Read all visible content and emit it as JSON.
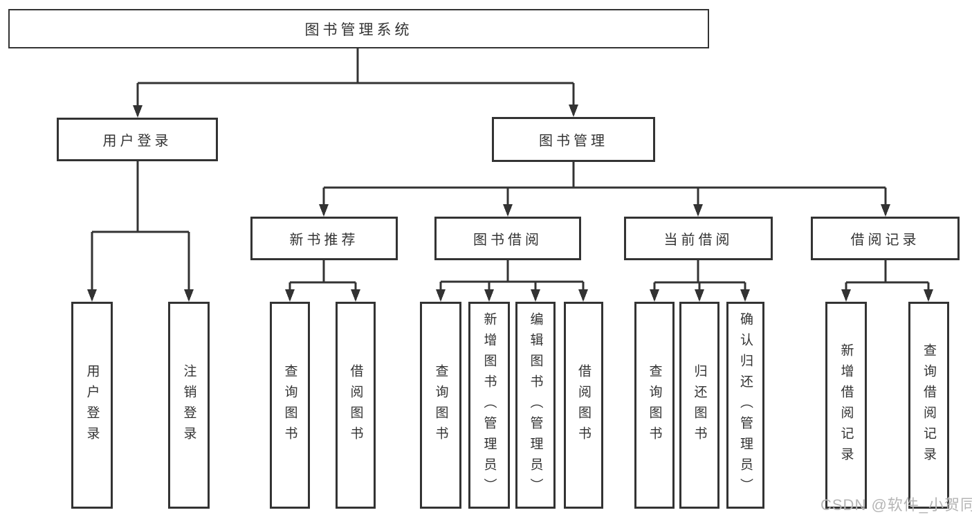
{
  "diagram": {
    "root": {
      "label": "图书管理系统"
    },
    "branches": [
      {
        "label": "用户登录",
        "children": [
          {
            "label": "用户登录"
          },
          {
            "label": "注销登录"
          }
        ]
      },
      {
        "label": "图书管理",
        "children": [
          {
            "label": "新书推荐",
            "children": [
              {
                "label": "查询图书"
              },
              {
                "label": "借阅图书"
              }
            ]
          },
          {
            "label": "图书借阅",
            "children": [
              {
                "label": "查询图书"
              },
              {
                "label": "新增图书（管理员）"
              },
              {
                "label": "编辑图书（管理员）"
              },
              {
                "label": "借阅图书"
              }
            ]
          },
          {
            "label": "当前借阅",
            "children": [
              {
                "label": "查询图书"
              },
              {
                "label": "归还图书"
              },
              {
                "label": "确认归还（管理员）"
              }
            ]
          },
          {
            "label": "借阅记录",
            "children": [
              {
                "label": "新增借阅记录"
              },
              {
                "label": "查询借阅记录"
              }
            ]
          }
        ]
      }
    ]
  },
  "watermark": {
    "text": "CSDN @软件_小贺同学"
  },
  "colors": {
    "line": "#333333",
    "text": "#333333",
    "watermark": "#b5b5b5",
    "background": "#ffffff"
  }
}
